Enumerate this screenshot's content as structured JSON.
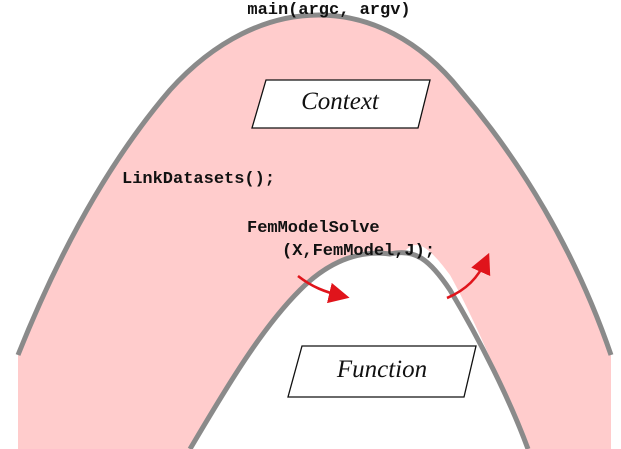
{
  "title": "main(argc, argv)",
  "context_label": "Context",
  "function_label": "Function",
  "code": {
    "link_datasets": "LinkDatasets();",
    "fem_model_solve_line1": "FemModelSolve",
    "fem_model_solve_line2": "(X,FemModel,J);"
  },
  "colors": {
    "context_fill": "#ffcccc",
    "outline": "#8a8a8a",
    "arrow": "#e0141b",
    "text": "#111111"
  }
}
